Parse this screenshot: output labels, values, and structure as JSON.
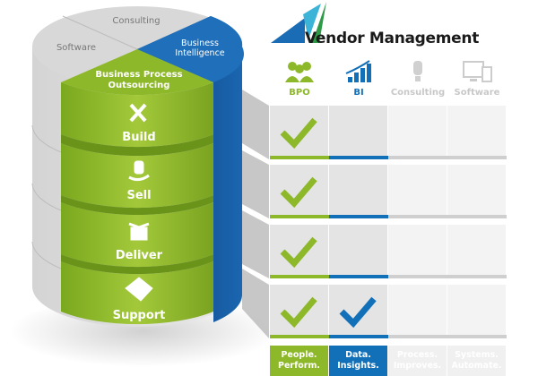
{
  "title": "Vendor Management",
  "colors": {
    "green": "#8db829",
    "blue": "#1270b8",
    "gray": "#cfcfcf"
  },
  "cylinder": {
    "top_segments": {
      "consulting": "Consulting",
      "software": "Software",
      "bi_line1": "Business",
      "bi_line2": "Intelligence",
      "bpo_line1": "Business Process",
      "bpo_line2": "Outsourcing"
    },
    "layers": [
      {
        "label": "Build",
        "icon": "tools-icon"
      },
      {
        "label": "Sell",
        "icon": "coins-hand-icon"
      },
      {
        "label": "Deliver",
        "icon": "open-box-icon"
      },
      {
        "label": "Support",
        "icon": "handshake-icon"
      }
    ]
  },
  "columns": [
    {
      "label": "BPO",
      "icon": "people-icon",
      "color": "#8db829",
      "footer1": "People.",
      "footer2": "Perform."
    },
    {
      "label": "BI",
      "icon": "growth-chart-icon",
      "color": "#1270b8",
      "footer1": "Data.",
      "footer2": "Insights."
    },
    {
      "label": "Consulting",
      "icon": "lightbulb-icon",
      "color": "#c8c8c8",
      "footer1": "Process.",
      "footer2": "Improves."
    },
    {
      "label": "Software",
      "icon": "devices-icon",
      "color": "#c8c8c8",
      "footer1": "Systems.",
      "footer2": "Automate."
    }
  ],
  "matrix": [
    [
      true,
      false,
      false,
      false
    ],
    [
      true,
      false,
      false,
      false
    ],
    [
      true,
      false,
      false,
      false
    ],
    [
      true,
      true,
      false,
      false
    ]
  ]
}
